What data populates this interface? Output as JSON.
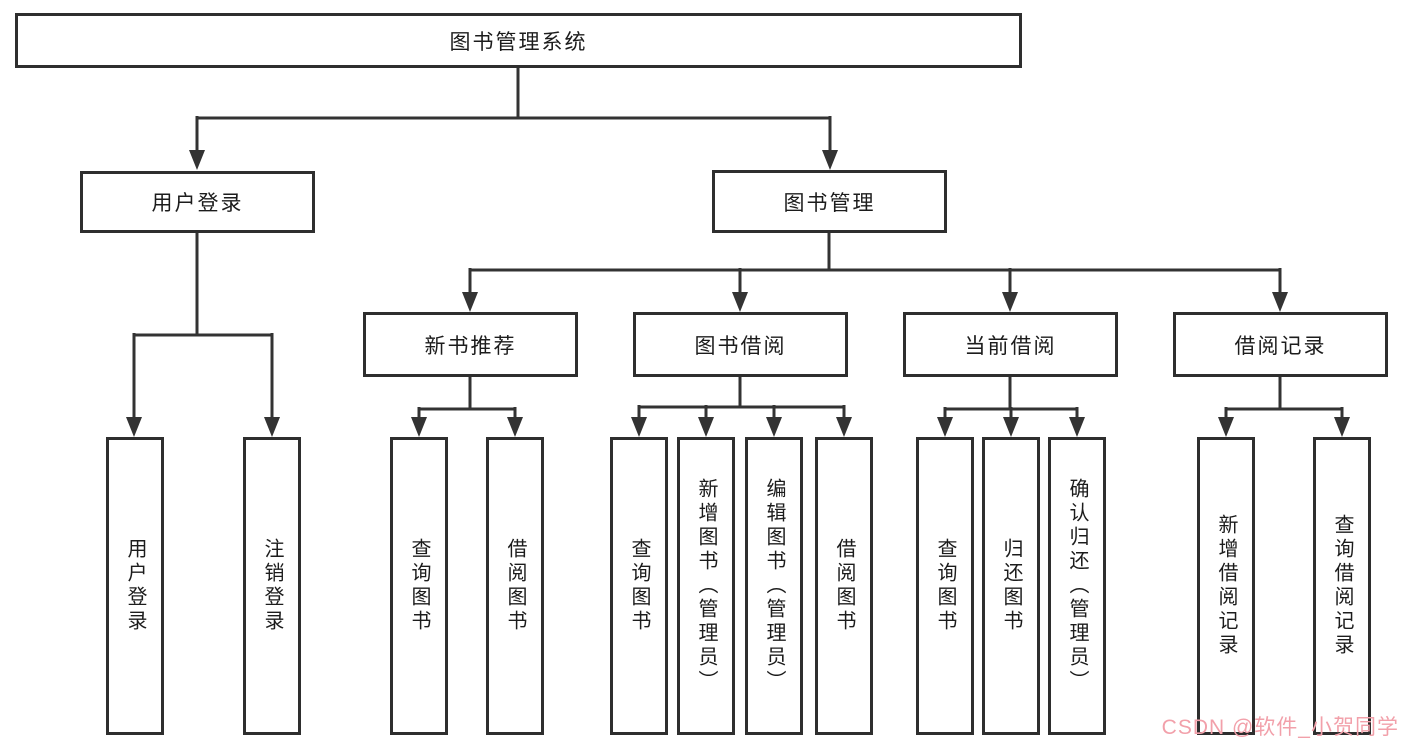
{
  "diagram": {
    "type": "hierarchy-tree",
    "colors": {
      "line": "#333333",
      "box_border": "#2e2e2e",
      "text": "#1c1c1c",
      "background": "#ffffff",
      "watermark": "#f2a0aa"
    },
    "nodes": {
      "root": {
        "label": "图书管理系统"
      },
      "login": {
        "label": "用户登录"
      },
      "mgmt": {
        "label": "图书管理"
      },
      "newbook": {
        "label": "新书推荐"
      },
      "borrow": {
        "label": "图书借阅"
      },
      "current": {
        "label": "当前借阅"
      },
      "records": {
        "label": "借阅记录"
      },
      "login_user": {
        "label": "用户登录"
      },
      "login_logout": {
        "label": "注销登录"
      },
      "newbook_query": {
        "label": "查询图书"
      },
      "newbook_borrow": {
        "label": "借阅图书"
      },
      "borrow_query": {
        "label": "查询图书"
      },
      "borrow_add": {
        "label": "新增图书（管理员）"
      },
      "borrow_edit": {
        "label": "编辑图书（管理员）"
      },
      "borrow_borrow": {
        "label": "借阅图书"
      },
      "current_query": {
        "label": "查询图书"
      },
      "current_return": {
        "label": "归还图书"
      },
      "current_confirm": {
        "label": "确认归还（管理员）"
      },
      "records_add": {
        "label": "新增借阅记录"
      },
      "records_query": {
        "label": "查询借阅记录"
      }
    },
    "edges": [
      [
        "root",
        "login"
      ],
      [
        "root",
        "mgmt"
      ],
      [
        "login",
        "login_user"
      ],
      [
        "login",
        "login_logout"
      ],
      [
        "mgmt",
        "newbook"
      ],
      [
        "mgmt",
        "borrow"
      ],
      [
        "mgmt",
        "current"
      ],
      [
        "mgmt",
        "records"
      ],
      [
        "newbook",
        "newbook_query"
      ],
      [
        "newbook",
        "newbook_borrow"
      ],
      [
        "borrow",
        "borrow_query"
      ],
      [
        "borrow",
        "borrow_add"
      ],
      [
        "borrow",
        "borrow_edit"
      ],
      [
        "borrow",
        "borrow_borrow"
      ],
      [
        "current",
        "current_query"
      ],
      [
        "current",
        "current_return"
      ],
      [
        "current",
        "current_confirm"
      ],
      [
        "records",
        "records_add"
      ],
      [
        "records",
        "records_query"
      ]
    ],
    "watermark": {
      "text": "CSDN @软件_小贺同学"
    }
  }
}
